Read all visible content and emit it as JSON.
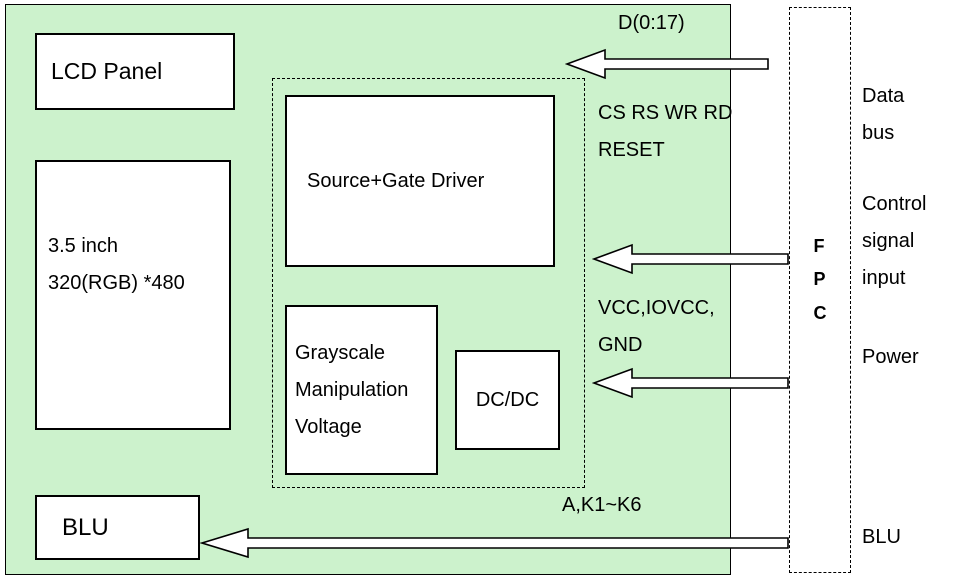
{
  "blocks": {
    "lcd_panel": "LCD Panel",
    "panel_spec": "3.5 inch\n320(RGB) *480",
    "source_gate_driver": "Source+Gate Driver",
    "grayscale_voltage": "Grayscale\nManipulation\nVoltage",
    "dcdc": "DC/DC",
    "blu": "BLU",
    "fpc": "F\nP\nC"
  },
  "signals": {
    "data_bus": "D(0:17)",
    "control": "CS RS WR RD\nRESET",
    "power": "VCC,IOVCC,\nGND",
    "backlight": "A,K1~K6"
  },
  "right_labels": {
    "data_bus": "Data\nbus",
    "control": "Control\nsignal\ninput",
    "power": "Power",
    "blu": "BLU"
  },
  "colors": {
    "module_fill": "#ccf2cc",
    "box_fill": "#ffffff",
    "line": "#000000"
  }
}
